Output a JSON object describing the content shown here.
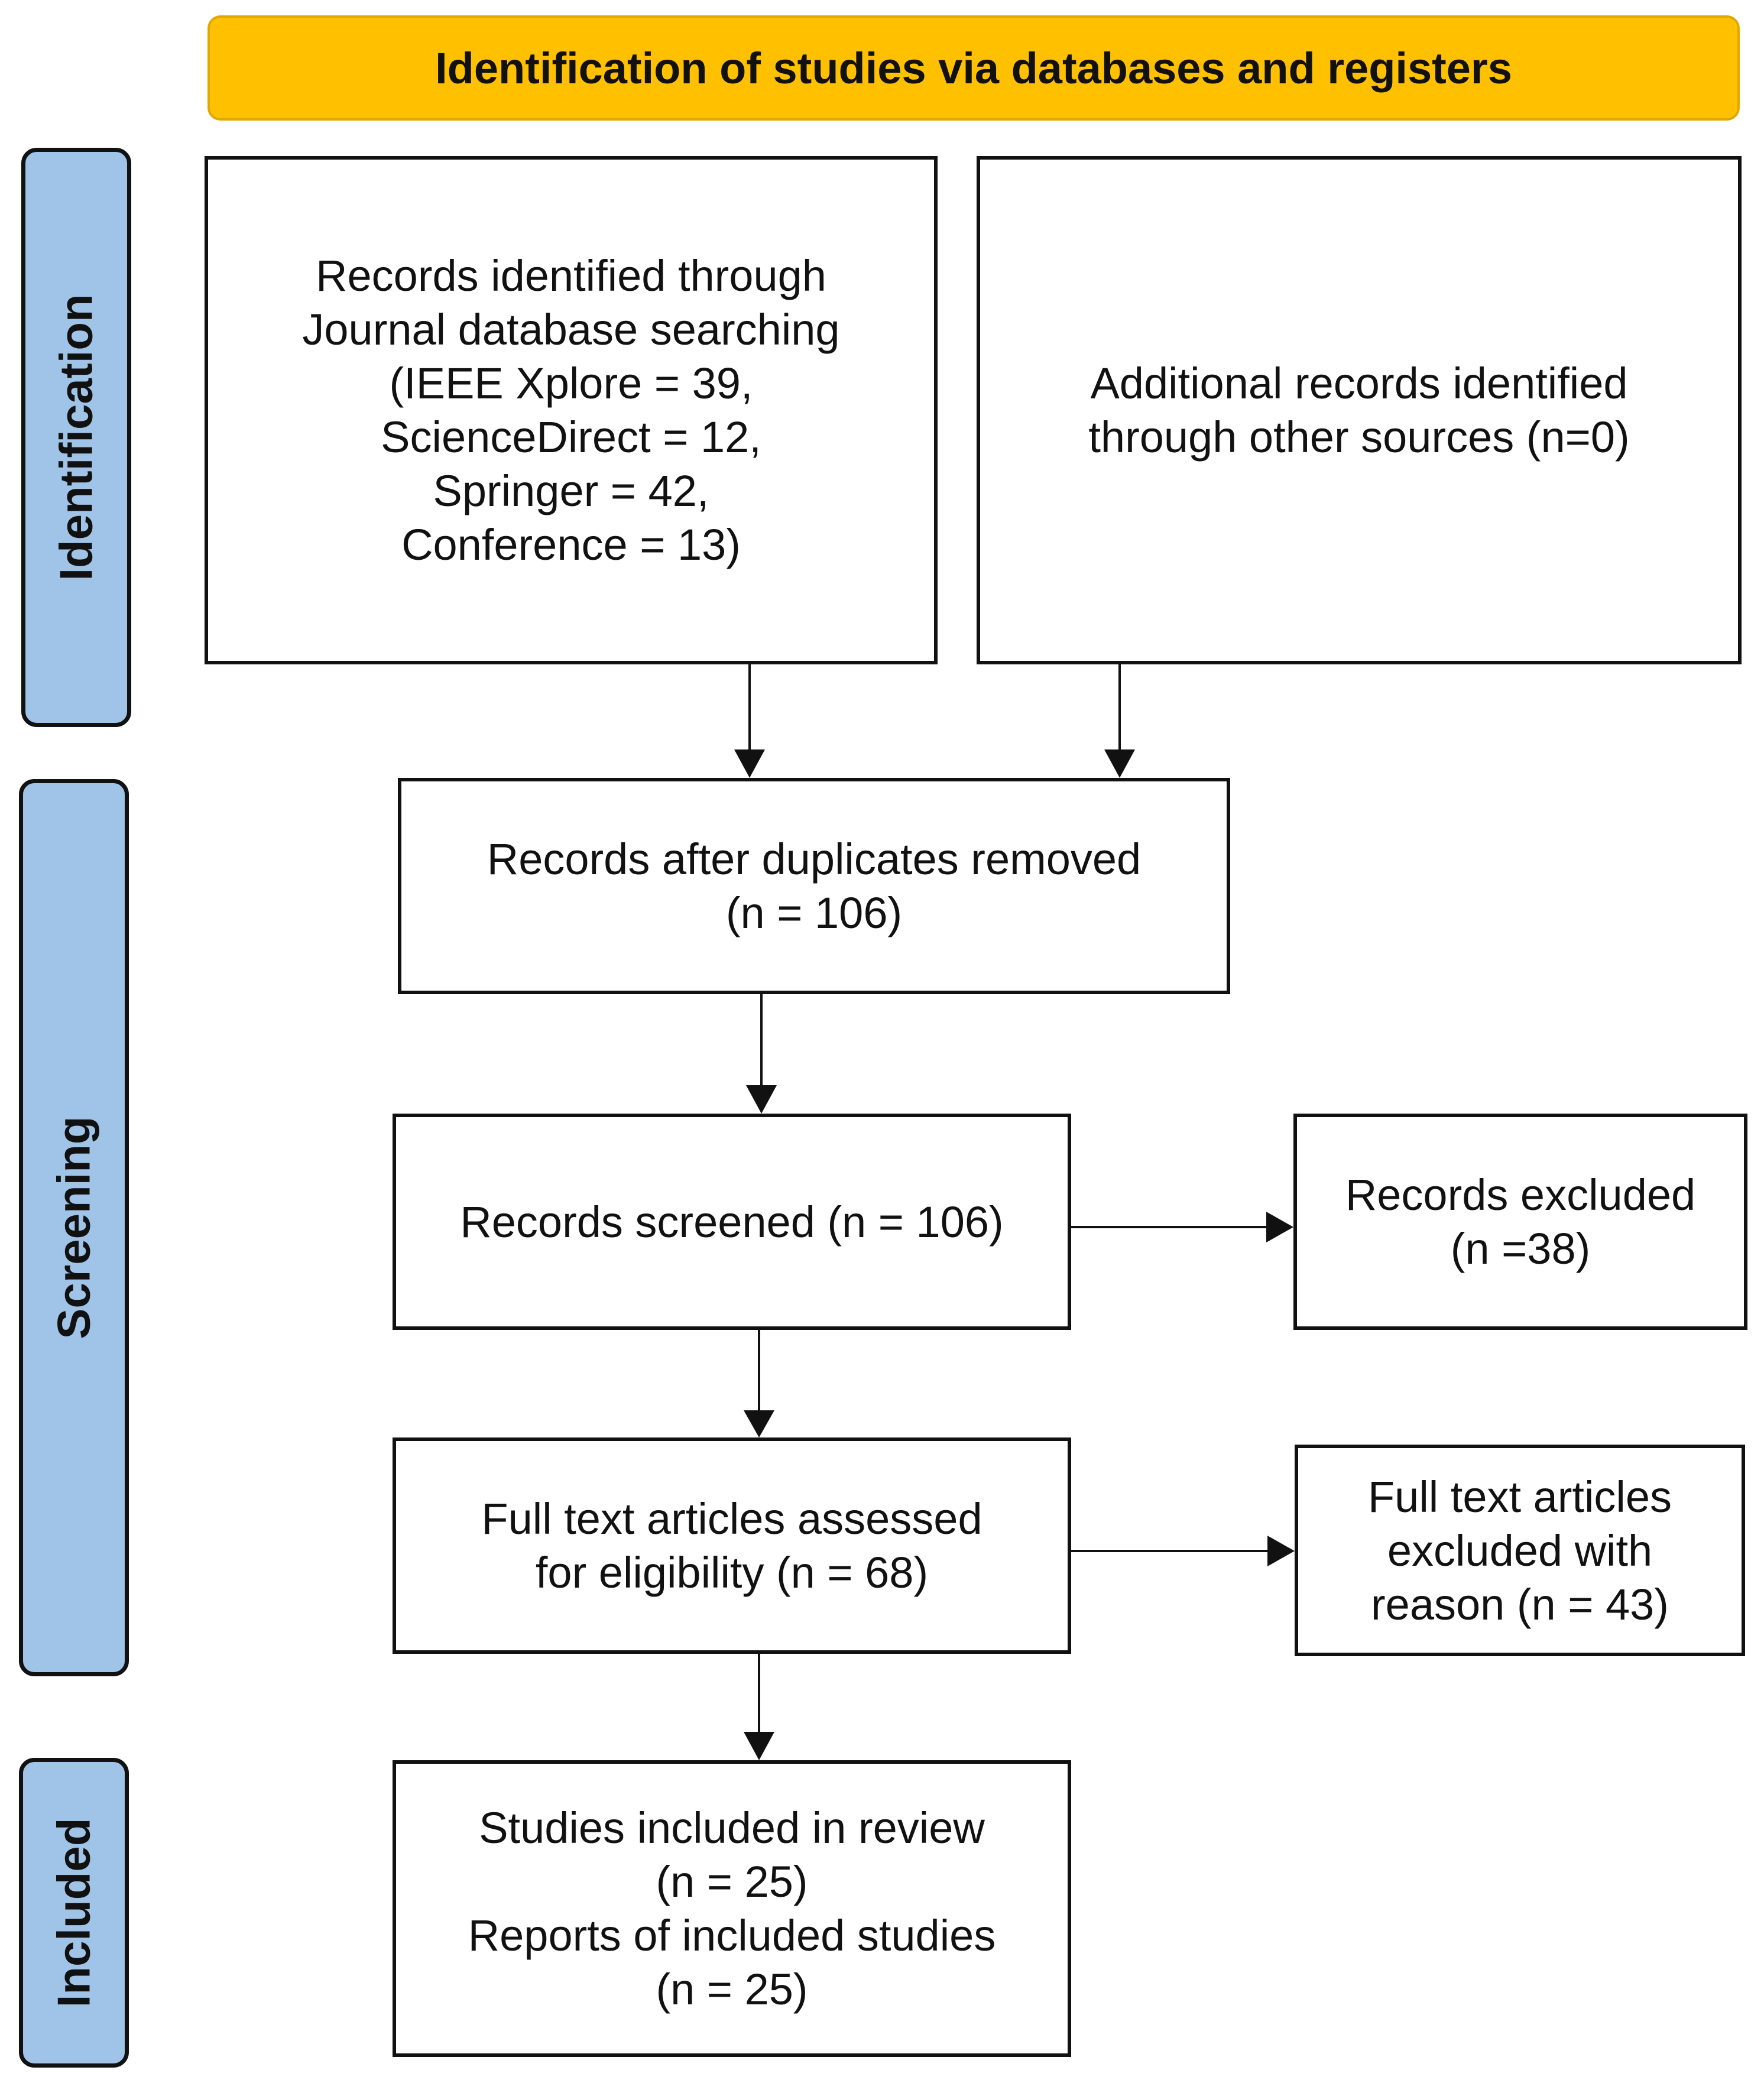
{
  "header": {
    "title": "Identification of studies via databases and registers",
    "color": "#FFC000"
  },
  "phases": {
    "identification": "Identification",
    "screening": "Screening",
    "included": "Included",
    "color": "#9FC4E8"
  },
  "boxes": {
    "records_identified": [
      "Records identified through",
      "Journal database searching",
      "(IEEE Xplore = 39,",
      "ScienceDirect = 12,",
      "Springer = 42,",
      "Conference = 13)"
    ],
    "additional_records": [
      "Additional records identified",
      "through other sources (n=0)"
    ],
    "duplicates_removed": [
      "Records after duplicates removed",
      "(n = 106)"
    ],
    "records_screened": [
      "Records screened (n = 106)"
    ],
    "records_excluded": [
      "Records excluded",
      "(n =38)"
    ],
    "full_text_assessed": [
      "Full text articles assessed",
      "for eligibility (n = 68)"
    ],
    "full_text_excluded": [
      "Full text articles",
      "excluded with",
      "reason (n = 43)"
    ],
    "studies_included": [
      "Studies included in review",
      "(n = 25)",
      "Reports of included studies",
      "(n = 25)"
    ]
  }
}
